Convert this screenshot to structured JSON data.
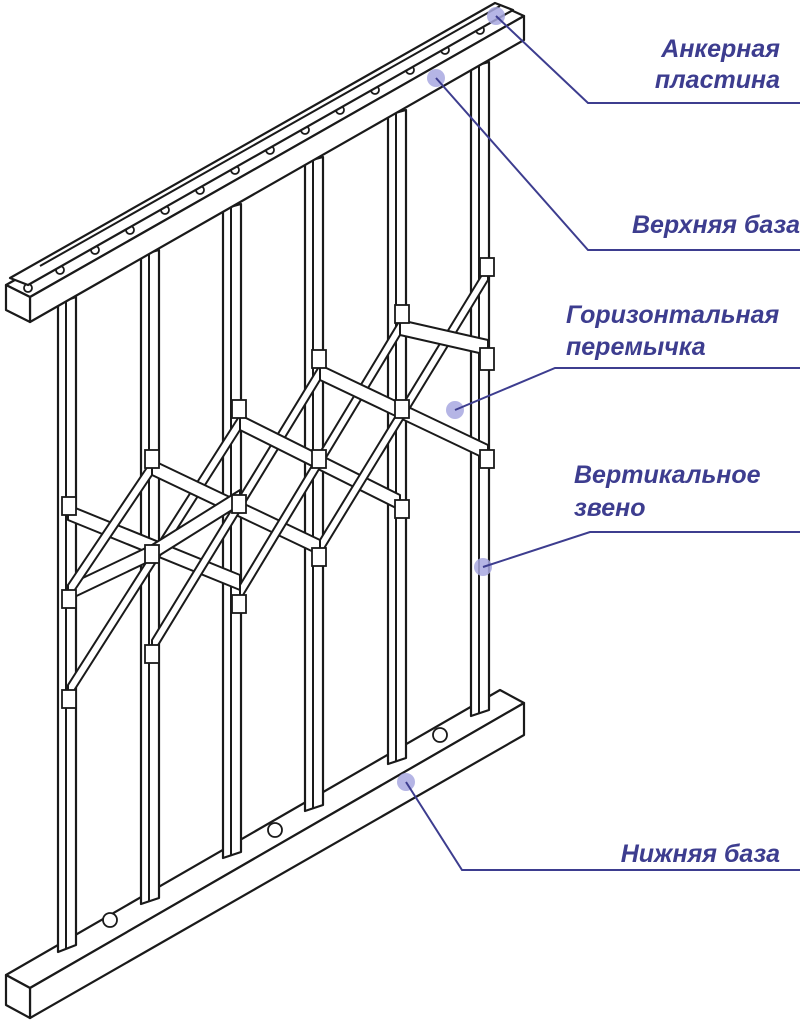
{
  "labels": {
    "anchor_plate_line1": "Анкерная",
    "anchor_plate_line2": "пластина",
    "top_base": "Верхняя база",
    "horizontal_link_line1": "Горизонтальная",
    "horizontal_link_line2": "перемычка",
    "vertical_link_line1": "Вертикальное",
    "vertical_link_line2": "звено",
    "bottom_base": "Нижняя база"
  },
  "colors": {
    "label": "#3d3d8f",
    "leader": "#3d3d8f",
    "marker": "#a8a8e0",
    "drawing": "#1a1a1a"
  }
}
